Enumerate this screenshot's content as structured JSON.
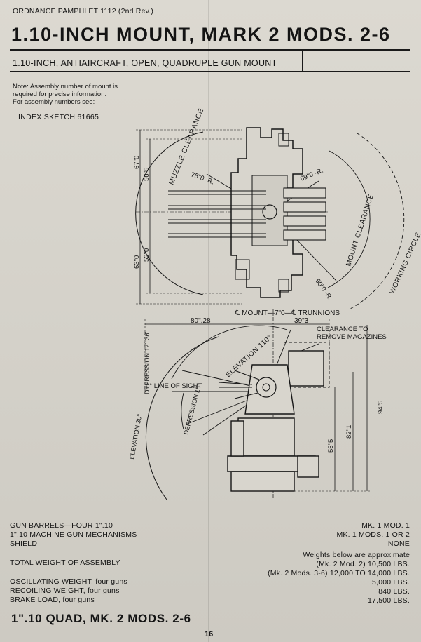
{
  "header": {
    "pamphlet": "ORDNANCE PAMPHLET 1112 (2nd Rev.)",
    "title": "1.10-INCH MOUNT, MARK 2 MODS. 2-6",
    "subtitle": "1.10-INCH, ANTIAIRCRAFT, OPEN, QUADRUPLE GUN MOUNT"
  },
  "note": {
    "text": "Note: Assembly number of mount is required for precise information. For assembly numbers see:",
    "index": "INDEX SKETCH 61665"
  },
  "plan_view": {
    "dims": [
      "67\"0",
      "56\"5",
      "63\"0",
      "53\"0"
    ],
    "radii": [
      "75\"0 -R.",
      "69\"0 -R.",
      "90\"0 -R."
    ],
    "labels": [
      "MUZZLE CLEARANCE",
      "MOUNT CLEARANCE",
      "WORKING CIRCLE"
    ],
    "centerline": "℄ MOUNT—7\"0—℄ TRUNNIONS"
  },
  "side_view": {
    "dims": [
      "80\".28",
      "39\"3",
      "55\"5",
      "82\"1",
      "94\"5"
    ],
    "labels": [
      "CLEARANCE TO",
      "REMOVE MAGAZINES",
      "ELEVATION 110°",
      "0° LINE OF SIGHT",
      "DEPRESSION 12° 36'",
      "DEPRESSION 15°",
      "ELEVATION 30°"
    ]
  },
  "specs": {
    "left": [
      "GUN BARRELS—FOUR 1\".10",
      "1\".10 MACHINE GUN MECHANISMS",
      "SHIELD",
      "TOTAL WEIGHT OF ASSEMBLY",
      "OSCILLATING WEIGHT, four guns",
      "RECOILING WEIGHT, four guns",
      "BRAKE LOAD, four guns"
    ],
    "right": [
      "MK. 1 MOD. 1",
      "MK. 1 MODS. 1 OR 2",
      "NONE",
      "Weights below are approximate",
      "(Mk. 2 Mod. 2) 10,500 LBS.",
      "(Mk. 2 Mods. 3-6) 12,000 TO 14,000 LBS.",
      "5,000 LBS.",
      "840 LBS.",
      "17,500 LBS."
    ]
  },
  "footer": {
    "title": "1\".10 QUAD, MK. 2 MODS. 2-6",
    "page": "16"
  }
}
